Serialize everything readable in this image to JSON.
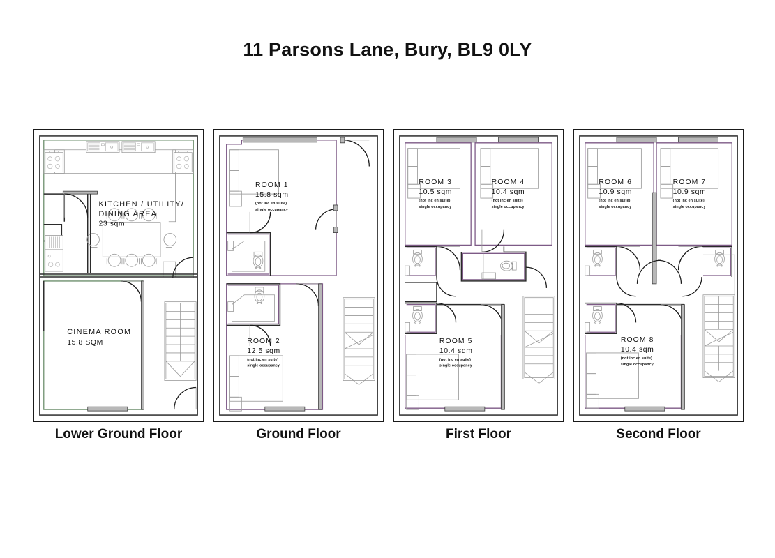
{
  "title": "11 Parsons Lane, Bury, BL9 0LY",
  "colors": {
    "wall": "#1a1a1a",
    "partition_purple": "#7d5a86",
    "partition_green": "#6d8f6d",
    "furniture": "#a0a0a0",
    "text": "#111111",
    "background": "#ffffff"
  },
  "floors": [
    {
      "id": "lower-ground",
      "label": "Lower Ground Floor",
      "rooms": [
        {
          "key": "kitchen",
          "name_line1": "KITCHEN  /  UTILITY/",
          "name_line2": "DINING  AREA",
          "area": "23  sqm",
          "note1": "",
          "note2": ""
        },
        {
          "key": "cinema",
          "name_line1": "CINEMA  ROOM",
          "name_line2": "",
          "area": "15.8  SQM",
          "note1": "",
          "note2": ""
        }
      ],
      "features": [
        "sink",
        "sink",
        "hob",
        "hob",
        "dining-table-8-chairs",
        "staircase",
        "washing-machine"
      ]
    },
    {
      "id": "ground",
      "label": "Ground Floor",
      "rooms": [
        {
          "key": "room-1",
          "name_line1": "ROOM  1",
          "name_line2": "",
          "area": "15.8  sqm",
          "note1": "(not inc en suite)",
          "note2": "single occupancy"
        },
        {
          "key": "room-2",
          "name_line1": "ROOM  2",
          "name_line2": "",
          "area": "12.5  sqm",
          "note1": "(not inc en suite)",
          "note2": "single occupancy"
        }
      ],
      "features": [
        "bed",
        "bed",
        "en-suite-wc",
        "en-suite-wc",
        "staircase",
        "entrance-door"
      ]
    },
    {
      "id": "first",
      "label": "First Floor",
      "rooms": [
        {
          "key": "room-3",
          "name_line1": "ROOM  3",
          "name_line2": "",
          "area": "10.5  sqm",
          "note1": "(not inc en suite)",
          "note2": "single occupancy"
        },
        {
          "key": "room-4",
          "name_line1": "ROOM  4",
          "name_line2": "",
          "area": "10.4  sqm",
          "note1": "(not inc en suite)",
          "note2": "single occupancy"
        },
        {
          "key": "room-5",
          "name_line1": "ROOM  5",
          "name_line2": "",
          "area": "10.4  sqm",
          "note1": "(not inc en suite)",
          "note2": "single occupancy"
        }
      ],
      "features": [
        "bed",
        "bed",
        "bed",
        "en-suite-wc",
        "en-suite-wc",
        "en-suite-wc",
        "staircase"
      ]
    },
    {
      "id": "second",
      "label": "Second Floor",
      "rooms": [
        {
          "key": "room-6",
          "name_line1": "ROOM  6",
          "name_line2": "",
          "area": "10.9  sqm",
          "note1": "(not inc en suite)",
          "note2": "single occupancy"
        },
        {
          "key": "room-7",
          "name_line1": "ROOM  7",
          "name_line2": "",
          "area": "10.9  sqm",
          "note1": "(not inc en suite)",
          "note2": "single occupancy"
        },
        {
          "key": "room-8",
          "name_line1": "ROOM  8",
          "name_line2": "",
          "area": "10.4  sqm",
          "note1": "(not inc en suite)",
          "note2": "single occupancy"
        }
      ],
      "features": [
        "bed",
        "bed",
        "bed",
        "en-suite-wc",
        "en-suite-wc",
        "en-suite-wc",
        "staircase"
      ]
    }
  ]
}
